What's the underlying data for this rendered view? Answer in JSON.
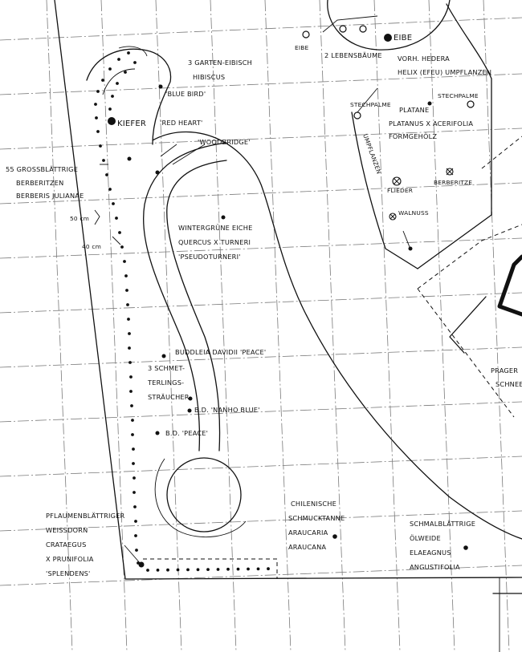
{
  "labels": {
    "eibe_left": "EIBE",
    "lebensbaeume": "2 LEBENSBÄUME",
    "eibe_right": "EIBE",
    "garten_eibisch_1": "3 GARTEN-EIBISCH",
    "garten_eibisch_2": "HIBISCUS",
    "blue_bird": "'BLUE BIRD'",
    "kiefer": "KIEFER",
    "red_heart": "'RED HEART'",
    "woodbridge": "'WOODBRIDGE'",
    "hedera_1": "VORH. HEDERA",
    "hedera_2": "HELIX (EFEU) UMPFLANZEN",
    "stechpalme_left": "STECHPALME",
    "platane_1": "PLATANE",
    "stechpalme_right": "STECHPALME",
    "platane_2": "PLATANUS X ACERIFOLIA",
    "platane_3": "FORMGEHÖLZ",
    "umpflanzen": "UMPFLANZEN",
    "flieder": "FLIEDER",
    "berberitze": "BERBERITZE",
    "walnuss": "WALNUSS",
    "berberitzen_1": "55 GROSSBLÄTTRIGE",
    "berberitzen_2": "BERBERITZEN",
    "berberitzen_3": "BERBERIS JULIANAE",
    "dim_50": "50 cm",
    "dim_40": "40 cm",
    "eiche_1": "WINTERGRÜNE EICHE",
    "eiche_2": "QUERCUS X TURNERI",
    "eiche_3": "'PSEUDOTURNERI'",
    "buddleja": "BUDDLEIA DAVIDII 'PEACE'",
    "schmet_1": "3 SCHMET-",
    "schmet_2": "TERLINGS-",
    "schmet_3": "STRÄUCHER",
    "nanho": "B.D. 'NANHO BLUE'",
    "bd_peace": "B.D. 'PEACE'",
    "prager_1": "PRAGER",
    "prager_2": "SCHNEE",
    "weissdorn_1": "PFLAUMENBLÄTTRIGER",
    "weissdorn_2": "WEISSDORN",
    "weissdorn_3": "CRATAEGUS",
    "weissdorn_4": "X PRUNIFOLIA",
    "weissdorn_5": "'SPLENDENS'",
    "araucaria_1": "CHILENISCHE",
    "araucaria_2": "SCHMUCKTANNE",
    "araucaria_3": "ARAUCARIA",
    "araucaria_4": "ARAUCANA",
    "oelweide_1": "SCHMALBLÄTTRIGE",
    "oelweide_2": "ÖLWEIDE",
    "oelweide_3": "ELAEAGNUS",
    "oelweide_4": "ANGUSTIFOLIA"
  }
}
